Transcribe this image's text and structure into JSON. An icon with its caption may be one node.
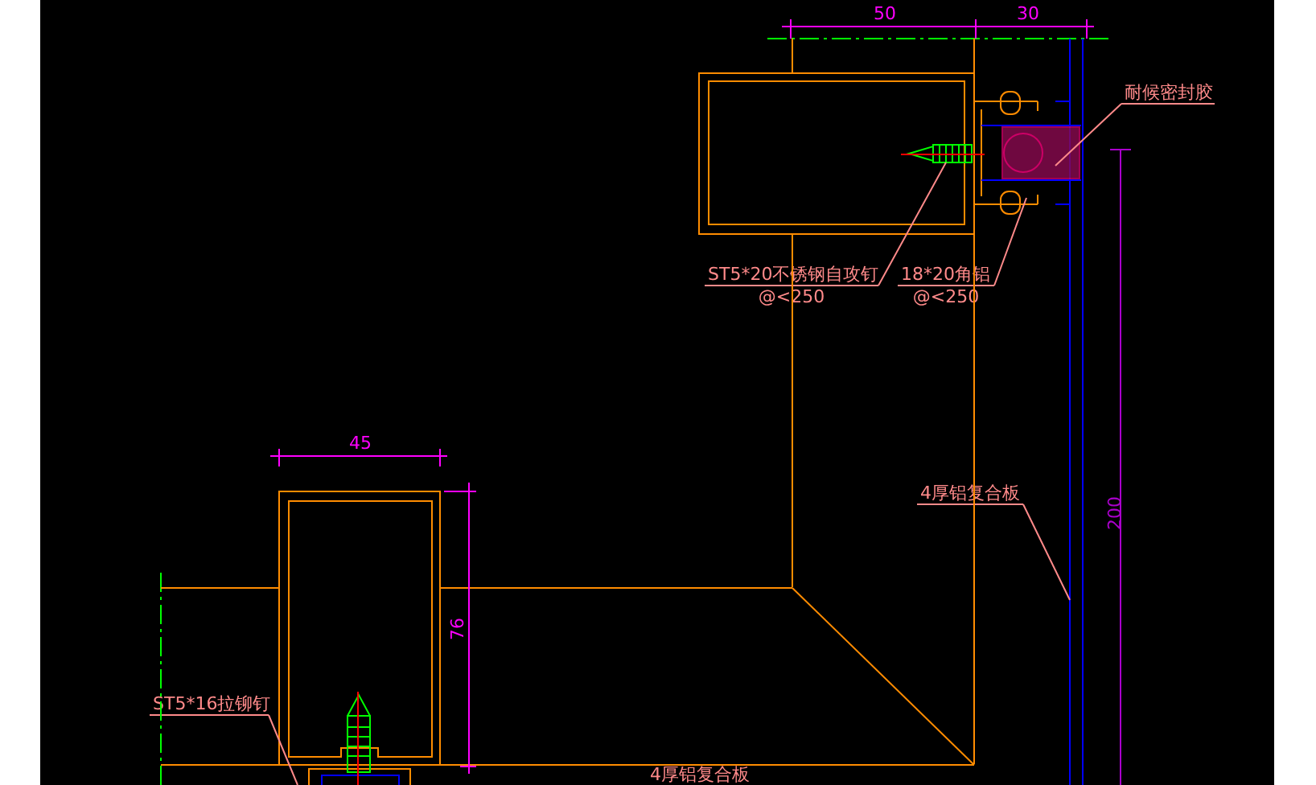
{
  "diagram": {
    "nodes": [
      {
        "text": [
          "ST5*20不锈钢自攻钉",
          "@<250"
        ]
      },
      {
        "text": [
          "18*20角铝",
          "@<250"
        ]
      },
      {
        "text": [
          "耐候密封胶"
        ]
      },
      {
        "text": [
          "4厚铝复合板"
        ]
      },
      {
        "text": [
          "ST5*16拉铆钉"
        ]
      }
    ],
    "edges": [
      {
        "from": 0,
        "to": null,
        "arrow": "none"
      },
      {
        "from": 1,
        "to": null,
        "arrow": "none"
      },
      {
        "from": 2,
        "to": null,
        "arrow": "none"
      },
      {
        "from": 3,
        "to": null,
        "arrow": "none"
      },
      {
        "from": 4,
        "to": null,
        "arrow": "none"
      }
    ],
    "labels": [
      "50",
      "30",
      "200",
      "45",
      "76",
      "4厚铝复合板"
    ]
  }
}
